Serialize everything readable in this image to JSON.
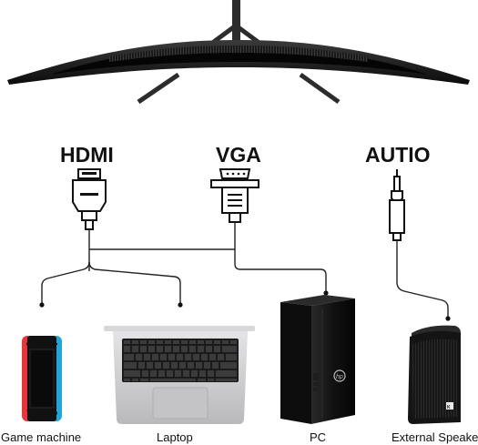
{
  "ports": {
    "hdmi": "HDMI",
    "vga": "VGA",
    "audio": "AUTIO"
  },
  "devices": {
    "game_machine": "Game machine",
    "laptop": "Laptop",
    "pc": "PC",
    "speaker": "External Speaker"
  },
  "colors": {
    "switch_red": "#e8353b",
    "switch_blue": "#20a7d8",
    "laptop_silver": "#c9c9cc",
    "pc_black": "#141414"
  },
  "icons": {
    "monitor": "curved-monitor-icon",
    "hdmi": "hdmi-plug-icon",
    "vga": "vga-plug-icon",
    "audio": "audio-jack-icon",
    "logo": "hp-logo-icon"
  }
}
